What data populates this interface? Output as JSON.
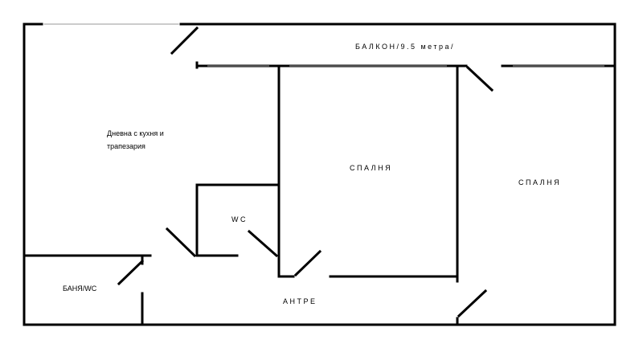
{
  "rooms": {
    "balcony": "БАЛКОН/9.5 метра/",
    "living": "Дневна с кухня и трапезария",
    "bedroom1": "СПАЛНЯ",
    "bedroom2": "СПАЛНЯ",
    "wc": "WC",
    "bathroom": "БАНЯ/WC",
    "hall": "АНТРЕ"
  },
  "colors": {
    "wall": "#000000",
    "background": "#ffffff",
    "window": "#999999"
  }
}
